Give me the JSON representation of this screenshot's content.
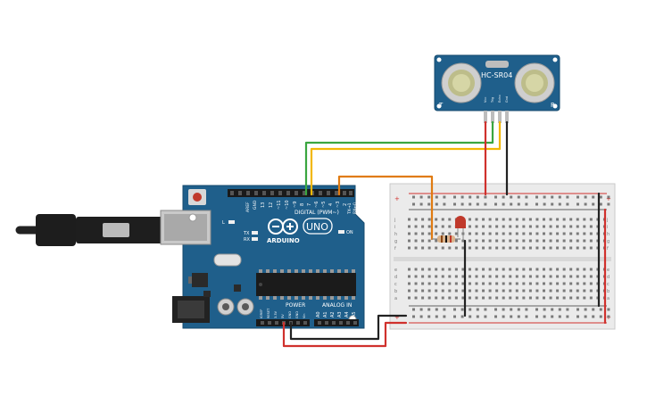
{
  "sensor": {
    "model": "HC-SR04",
    "left_mark": "T",
    "right_mark": "R",
    "pins": [
      "Vcc",
      "Trig",
      "Echo",
      "Gnd"
    ]
  },
  "arduino": {
    "brand": "ARDUINO",
    "model": "UNO",
    "digital_label": "DIGITAL (PWM~)",
    "power_label": "POWER",
    "analog_label": "ANALOG IN",
    "on_label": "ON",
    "l_label": "L",
    "tx_label": "TX",
    "rx_label": "RX",
    "aref_label": "AREF",
    "gnd_label": "GND",
    "digital_pins": [
      "13",
      "12",
      "~11",
      "~10",
      "~9",
      "8",
      "7",
      "~6",
      "~5",
      "4",
      "~3",
      "2",
      "TX→1",
      "RX←0"
    ],
    "power_pins": [
      "IOREF",
      "RESET",
      "3.3V",
      "5V",
      "GND",
      "GND",
      "Vin"
    ],
    "analog_pins": [
      "A0",
      "A1",
      "A2",
      "A3",
      "A4",
      "A5"
    ]
  },
  "breadboard": {
    "row_letters_top": [
      "j",
      "i",
      "h",
      "g",
      "f"
    ],
    "row_letters_bottom": [
      "e",
      "d",
      "c",
      "b",
      "a"
    ],
    "plus": "+",
    "minus": "-",
    "column_count": 30
  },
  "colors": {
    "board_blue": "#1f5f8b",
    "wire_green": "#3aa640",
    "wire_yellow": "#f2b705",
    "wire_orange": "#e07b12",
    "wire_red": "#d0312d",
    "wire_black": "#222222",
    "led_red": "#c0392b"
  }
}
